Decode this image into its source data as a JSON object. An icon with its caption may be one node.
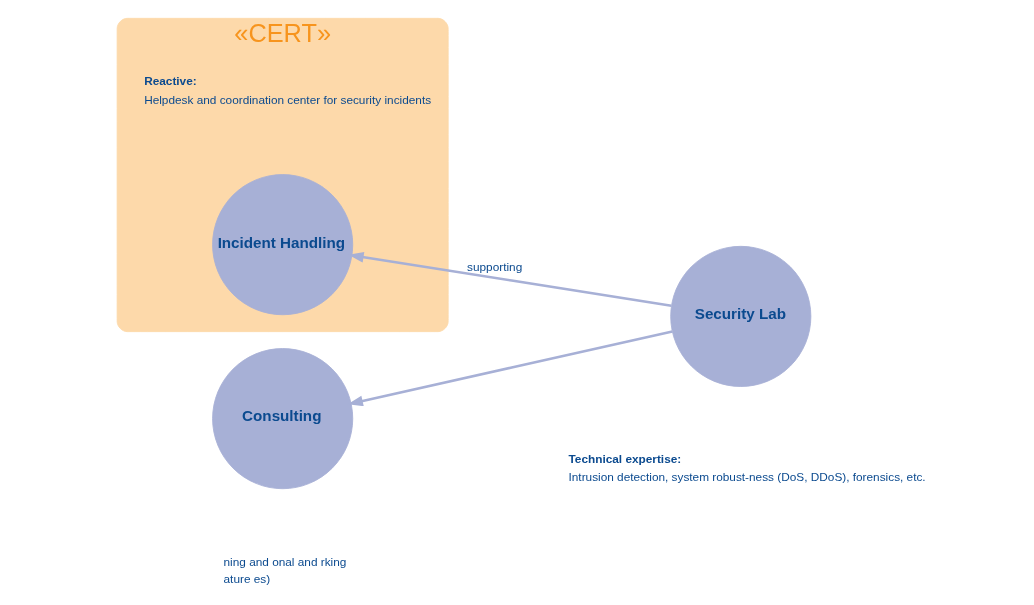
{
  "diagram": {
    "nodes": [
      {
        "text": [
          "«CERT»"
        ]
      },
      {
        "text": [
          "Incident Handling"
        ],
        "in": 0,
        "beside": [
          "Reactive:",
          "Helpdesk and coordination center for security incidents"
        ]
      },
      {
        "text": [
          "Consulting"
        ],
        "beside": [
          "ning and onal and rking",
          "ature es)"
        ]
      },
      {
        "text": [
          "Security Lab"
        ],
        "beside": [
          "Technical expertise:",
          "Intrusion detection, system robust-ness (DoS, DDoS), forensics, etc."
        ]
      }
    ],
    "edges": [
      {
        "from": 3,
        "to": 1,
        "arrow": "to",
        "label": "supporting"
      },
      {
        "from": 3,
        "to": 2,
        "arrow": "to"
      }
    ]
  }
}
